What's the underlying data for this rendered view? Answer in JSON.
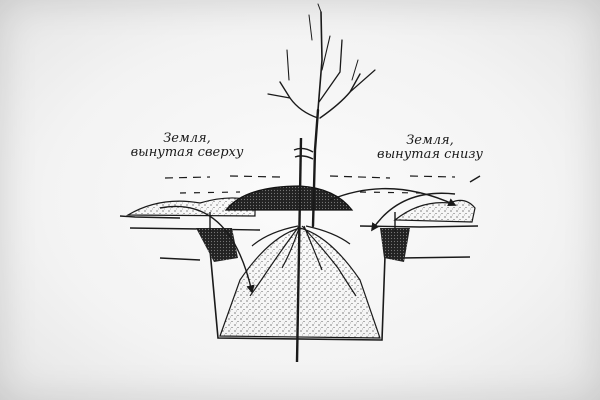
{
  "labels": {
    "topsoil": {
      "line1": "Земля,",
      "line2": "вынутая сверху"
    },
    "subsoil": {
      "line1": "Земля,",
      "line2": "вынутая снизу"
    }
  },
  "colors": {
    "ink": "#1a1a1a",
    "paper": "#f7f7f7"
  }
}
